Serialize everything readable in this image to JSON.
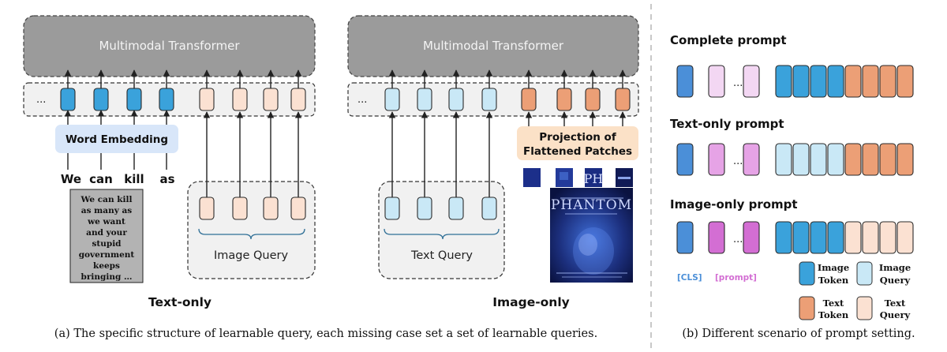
{
  "left_panel": {
    "transformer_label": "Multimodal Transformer",
    "ellipsis": "...",
    "word_embedding_label": "Word Embedding",
    "words": [
      "We",
      "can",
      "kill",
      "as"
    ],
    "text_snippet_lines": [
      "We can kill",
      "as many as",
      "we want",
      "and your",
      "stupid",
      "government",
      "keeps",
      "bringing …"
    ],
    "image_query_label": "Image Query",
    "case_title": "Text-only"
  },
  "middle_panel": {
    "transformer_label": "Multimodal Transformer",
    "ellipsis": "...",
    "projection_label_line1": "Projection of",
    "projection_label_line2": "Flattened Patches",
    "text_query_label": "Text Query",
    "poster_title": "PHANTOM",
    "case_title": "Image-only"
  },
  "left_caption": "(a) The specific structure of learnable query, each missing case set a set of learnable queries.",
  "right_panel": {
    "scenarios": [
      {
        "title": "Complete prompt",
        "tokens": [
          "image_token",
          "image_token",
          "image_token",
          "image_token",
          "text_token",
          "text_token",
          "text_token",
          "text_token"
        ],
        "prompt_fill": "#f3d7f3"
      },
      {
        "title": "Text-only prompt",
        "tokens": [
          "image_query",
          "image_query",
          "image_query",
          "image_query",
          "text_token",
          "text_token",
          "text_token",
          "text_token"
        ],
        "prompt_fill": "#e6a3e6"
      },
      {
        "title": "Image-only prompt",
        "tokens": [
          "image_token",
          "image_token",
          "image_token",
          "image_token",
          "text_query",
          "text_query",
          "text_query",
          "text_query"
        ],
        "prompt_fill": "#d36ed3"
      }
    ],
    "ellipsis": "...",
    "cls_label": "[CLS]",
    "prompt_label": "[prompt]",
    "legend": [
      {
        "key": "image_token",
        "line1": "Image",
        "line2": "Token"
      },
      {
        "key": "image_query",
        "line1": "Image",
        "line2": "Query"
      },
      {
        "key": "text_token",
        "line1": "Text",
        "line2": "Token"
      },
      {
        "key": "text_query",
        "line1": "Text",
        "line2": "Query"
      }
    ],
    "caption": "(b) Different scenario of prompt setting."
  },
  "colors": {
    "image_token": "#3aa2db",
    "image_query": "#c9e8f6",
    "text_token": "#ec9f76",
    "text_query": "#fbe1d2",
    "cls": "#4b8fd8",
    "transformer": "#9b9b9b",
    "word_embedding": "#d8e6f9",
    "projection": "#fbe1c7",
    "divider": "#c8c8c8"
  }
}
